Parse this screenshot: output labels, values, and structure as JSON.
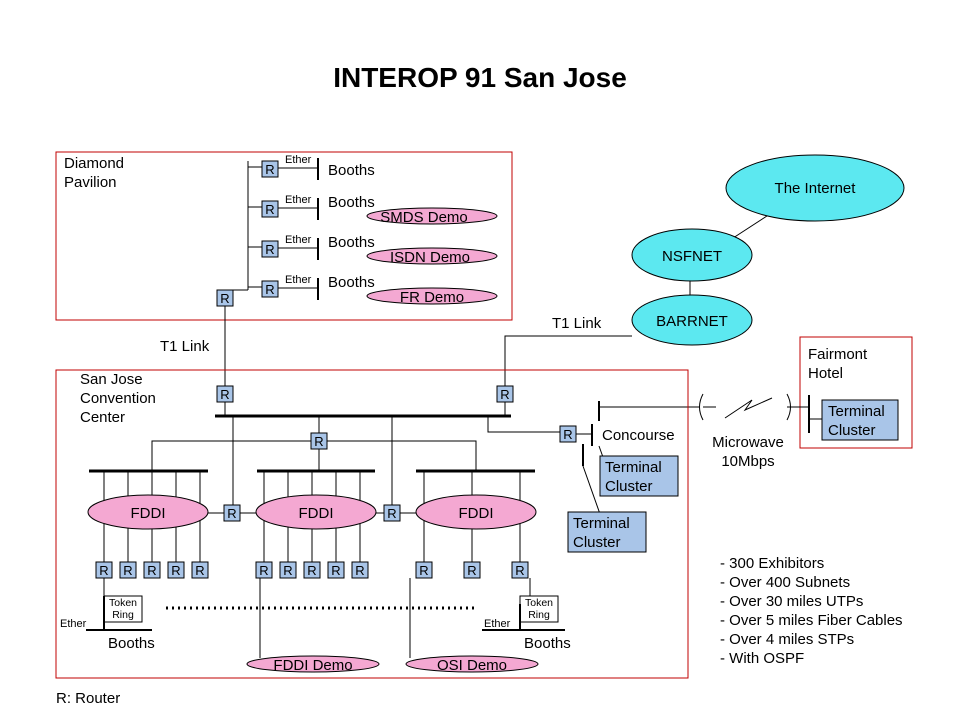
{
  "title": "INTEROP 91 San Jose",
  "legend_router": "R: Router",
  "router_label": "R",
  "ether_label": "Ether",
  "booths_label": "Booths",
  "t1_link_label": "T1 Link",
  "fddi_label": "FDDI",
  "token_ring_label": "Token Ring",
  "terminal_cluster_label": "Terminal Cluster",
  "diamond_pavilion": {
    "name": "Diamond Pavilion",
    "demos": [
      "SMDS Demo",
      "ISDN Demo",
      "FR Demo"
    ]
  },
  "convention_center": {
    "name": "San Jose Convention Center",
    "concourse": "Concourse",
    "demos": [
      "FDDI Demo",
      "OSI Demo"
    ]
  },
  "fairmont": {
    "name": "Fairmont Hotel"
  },
  "microwave": {
    "line1": "Microwave",
    "line2": "10Mbps"
  },
  "clouds": {
    "internet": "The Internet",
    "nsfnet": "NSFNET",
    "barrnet": "BARRNET"
  },
  "stats": [
    "- 300 Exhibitors",
    "- Over 400 Subnets",
    "- Over 30 miles UTPs",
    "- Over 5 miles Fiber Cables",
    "- Over 4 miles STPs",
    "- With OSPF"
  ],
  "colors": {
    "router_fill": "#a9c5e8",
    "demo_fill": "#f4a8d2",
    "cloud_fill": "#5ce8f0",
    "frame": "#c00000"
  }
}
